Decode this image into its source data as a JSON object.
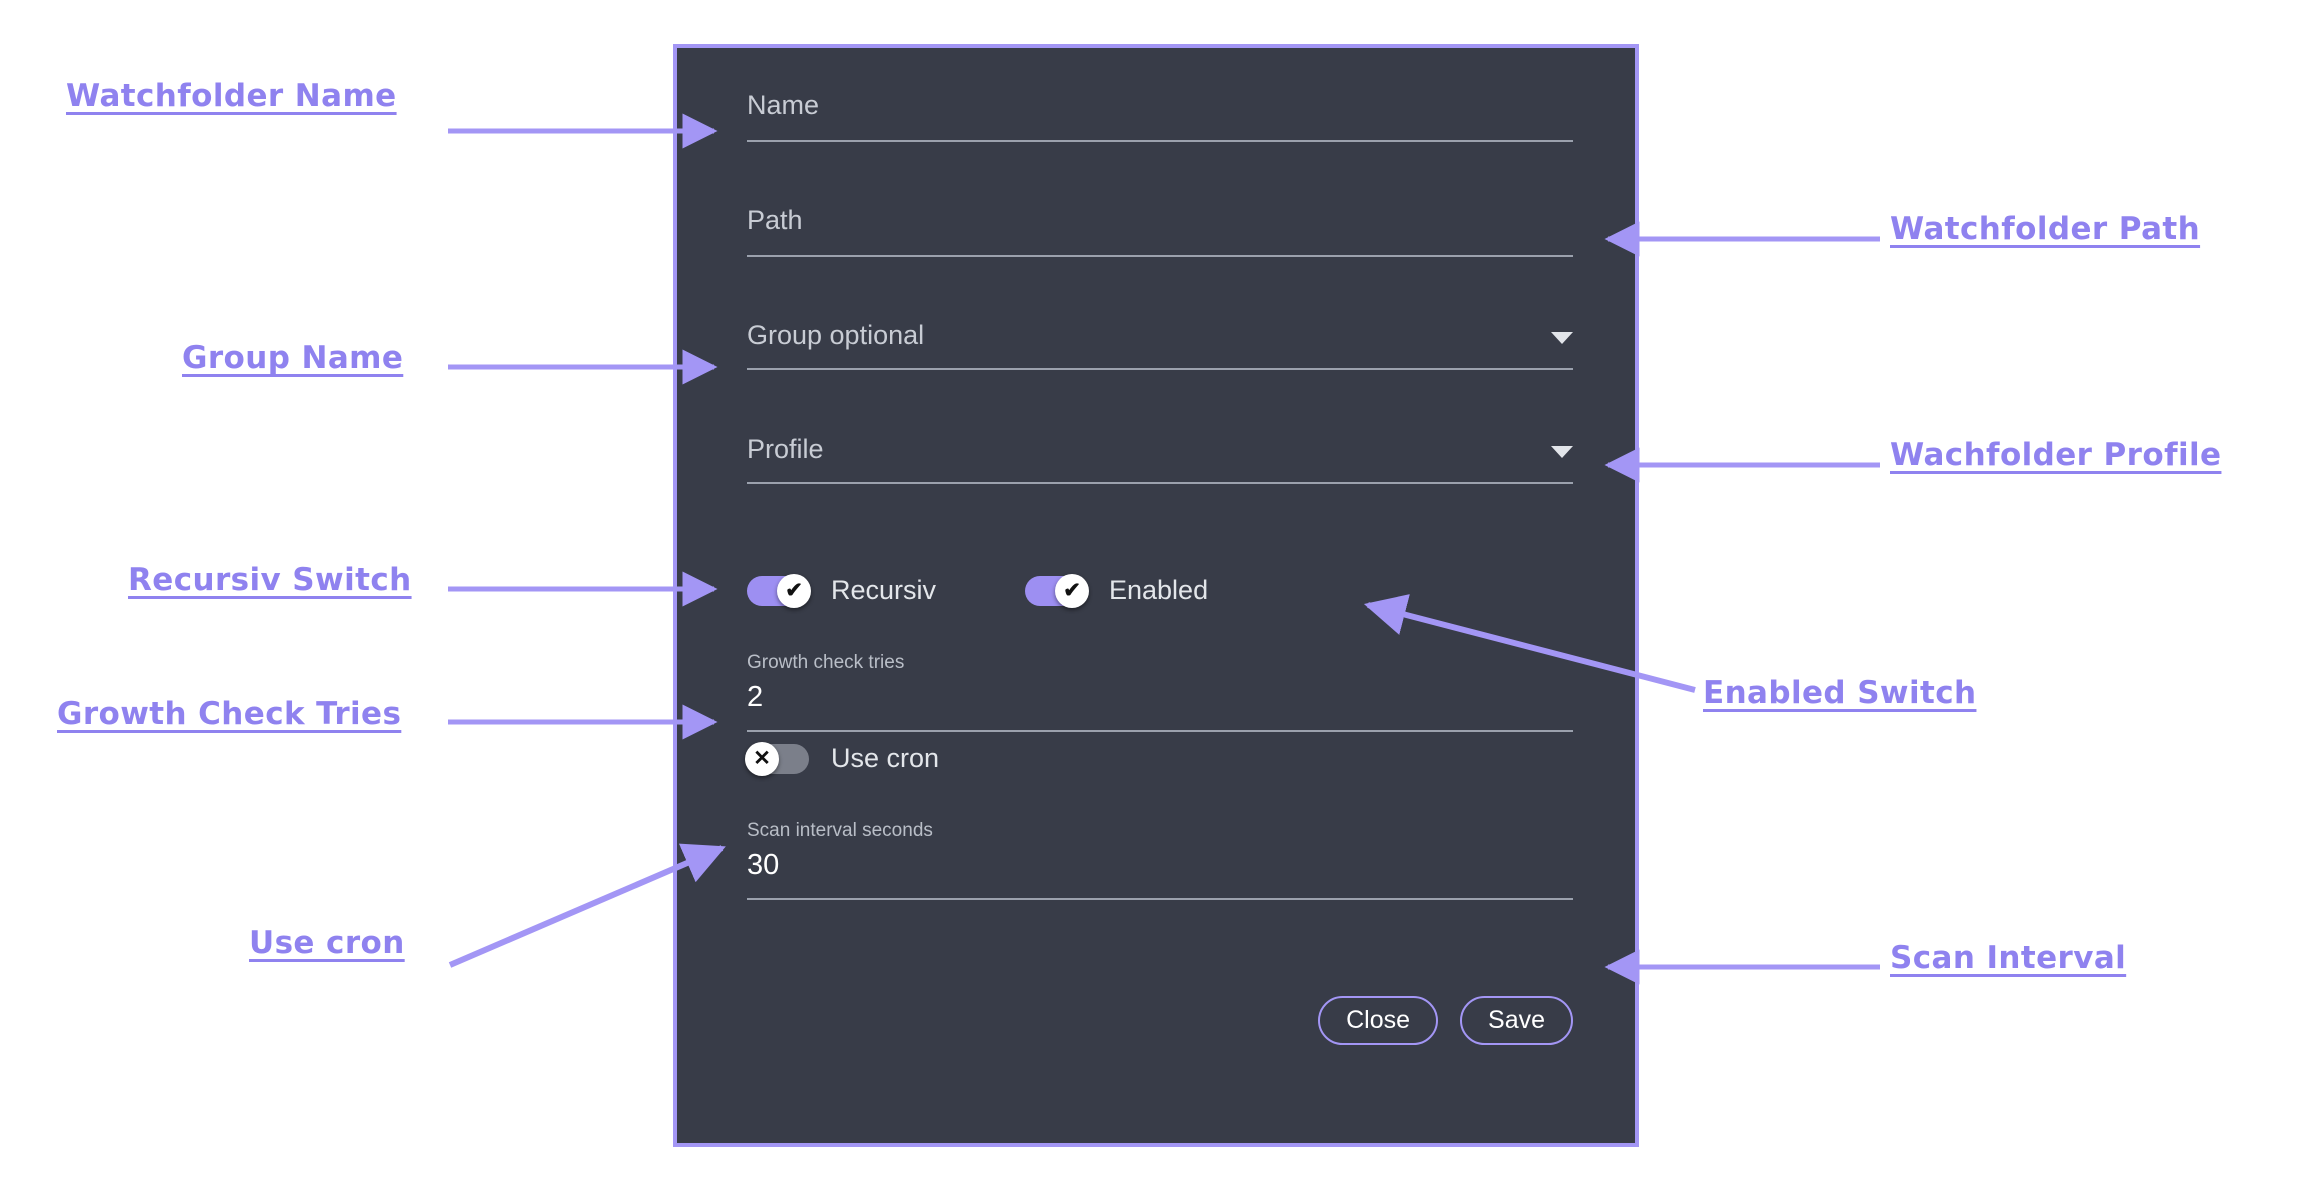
{
  "theme": {
    "page_bg": "#ffffff",
    "dialog_bg": "#383c48",
    "accent": "#a396f5",
    "annotation_color": "#8f82ef",
    "toggle_on": "#9d8ff2",
    "toggle_off": "#7b7f8a",
    "field_rule": "#9ba1ad"
  },
  "dialog": {
    "fields": [
      {
        "name": "name",
        "placeholder": "Name",
        "value": ""
      },
      {
        "name": "path",
        "placeholder": "Path",
        "value": ""
      },
      {
        "name": "group",
        "placeholder": "Group optional",
        "value": "",
        "caret": "chevron-down-icon"
      },
      {
        "name": "profile",
        "placeholder": "Profile",
        "value": "",
        "caret": "chevron-down-icon"
      }
    ],
    "switches": [
      {
        "name": "recursiv",
        "label": "Recursiv",
        "state": "on",
        "glyph": "✔"
      },
      {
        "name": "enabled",
        "label": "Enabled",
        "state": "on",
        "glyph": "✔"
      },
      {
        "name": "use-cron",
        "label": "Use cron",
        "state": "off",
        "glyph": "✕"
      }
    ],
    "numeric_fields": [
      {
        "name": "growth-check-tries",
        "label": "Growth check tries",
        "value": "2"
      },
      {
        "name": "scan-interval-seconds",
        "label": "Scan interval seconds",
        "value": "30"
      }
    ],
    "actions": {
      "close_label": "Close",
      "save_label": "Save"
    }
  },
  "annotations": {
    "left": [
      {
        "name": "watchfolder-name",
        "text": "Watchfolder Name"
      },
      {
        "name": "group-name",
        "text": "Group Name"
      },
      {
        "name": "recursiv-switch",
        "text": "Recursiv Switch"
      },
      {
        "name": "growth-check-tries",
        "text": "Growth Check Tries"
      },
      {
        "name": "use-cron",
        "text": "Use cron"
      }
    ],
    "right": [
      {
        "name": "watchfolder-path",
        "text": "Watchfolder Path"
      },
      {
        "name": "wachfolder-profile",
        "text": "Wachfolder Profile"
      },
      {
        "name": "enabled-switch",
        "text": "Enabled Switch"
      },
      {
        "name": "scan-interval",
        "text": "Scan Interval"
      }
    ]
  }
}
